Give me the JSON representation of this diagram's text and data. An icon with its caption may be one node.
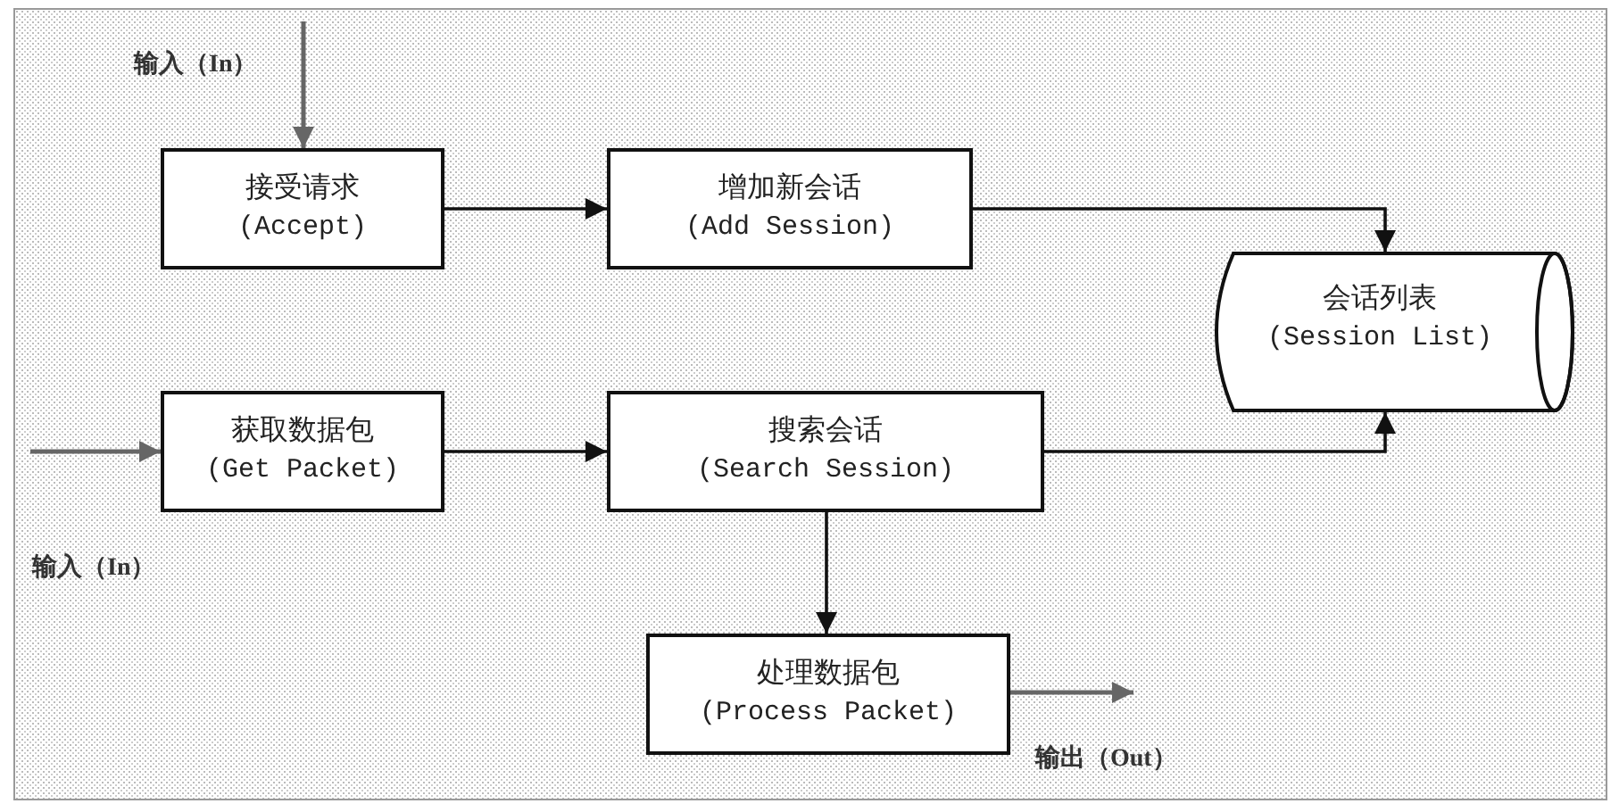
{
  "diagram": {
    "nodes": [
      {
        "text": [
          "接受请求",
          "(Accept)"
        ]
      },
      {
        "text": [
          "增加新会话",
          "(Add Session)"
        ]
      },
      {
        "text": [
          "会话列表",
          "(Session List)"
        ]
      },
      {
        "text": [
          "获取数据包",
          "(Get Packet)"
        ]
      },
      {
        "text": [
          "搜索会话",
          "(Search Session)"
        ]
      },
      {
        "text": [
          "处理数据包",
          "(Process Packet)"
        ]
      }
    ],
    "edges": [
      {
        "from": null,
        "to": 0,
        "arrow": "to",
        "color": "#666666"
      },
      {
        "from": 0,
        "to": 1,
        "arrow": "to"
      },
      {
        "from": 1,
        "to": 2,
        "arrow": "to"
      },
      {
        "from": null,
        "to": 3,
        "arrow": "to",
        "color": "#666666"
      },
      {
        "from": 3,
        "to": 4,
        "arrow": "to"
      },
      {
        "from": 4,
        "to": 2,
        "arrow": "to"
      },
      {
        "from": 4,
        "to": 5,
        "arrow": "to"
      },
      {
        "from": 5,
        "to": null,
        "arrow": "to",
        "color": "#666666"
      }
    ],
    "labels": [
      "输入（In）",
      "输入（In）",
      "输出（Out）"
    ]
  }
}
